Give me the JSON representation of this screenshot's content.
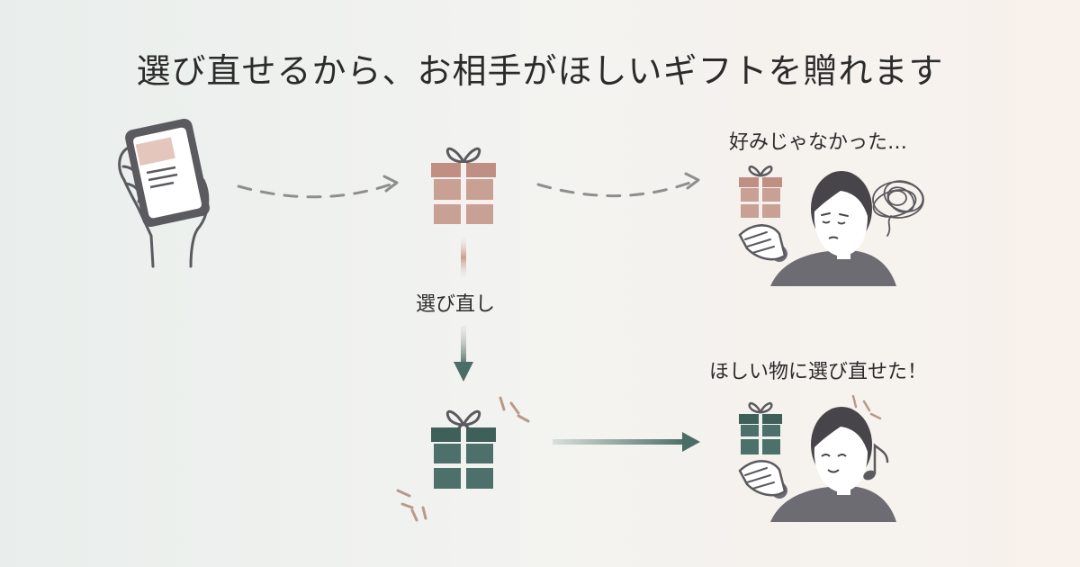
{
  "title": "選び直せるから、お相手がほしいギフトを贈れます",
  "labels": {
    "reselect": "選び直し",
    "disliked": "好みじゃなかった…",
    "success": "ほしい物に選び直せた！"
  },
  "colors": {
    "pink_gift": "#c4978a",
    "green_gift": "#4a6d66",
    "arrow_gray": "#8e8e8e",
    "arrow_green": "#4a6d66",
    "person_dark": "#6d6c73",
    "hair": "#474549",
    "accent_tan": "#b89a8a"
  },
  "icons": [
    "hand-holding-smartphone-icon",
    "pink-gift-box-icon",
    "green-gift-box-icon",
    "disappointed-person-icon",
    "happy-person-icon",
    "scribble-worry-icon",
    "music-note-icon"
  ]
}
